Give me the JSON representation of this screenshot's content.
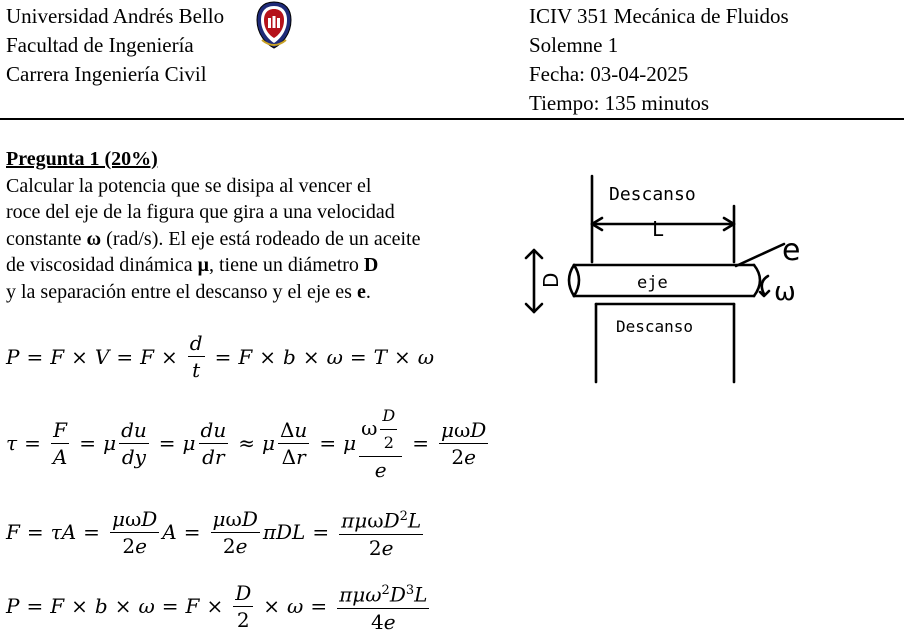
{
  "header": {
    "left": [
      "Universidad Andrés Bello",
      "Facultad de Ingeniería",
      "Carrera Ingeniería Civil"
    ],
    "right": [
      "ICIV 351 Mecánica de Fluidos",
      "Solemne 1",
      "Fecha: 03-04-2025",
      "Tiempo: 135 minutos"
    ]
  },
  "question": {
    "title": "Pregunta 1 (20%)",
    "line1": "Calcular la potencia que se disipa al vencer el",
    "line2": "roce del eje de la figura que gira a una velocidad",
    "line3_a": "constante ",
    "line3_omega": "ω",
    "line3_b": " (rad/s). El eje está rodeado de un aceite",
    "line4_a": "de viscosidad dinámica ",
    "line4_mu": "μ",
    "line4_b": ", tiene un diámetro ",
    "line4_D": "D",
    "line5_a": "y la separación entre el descanso y el eje es ",
    "line5_e": "e",
    "line5_b": "."
  },
  "figure": {
    "top_label": "Descanso",
    "bottom_label": "Descanso",
    "shaft_label": "eje",
    "length_label": "L",
    "gap_label": "e",
    "rotation_label": "ω",
    "diameter_label": "D"
  },
  "colors": {
    "text": "#000000",
    "background": "#ffffff"
  }
}
